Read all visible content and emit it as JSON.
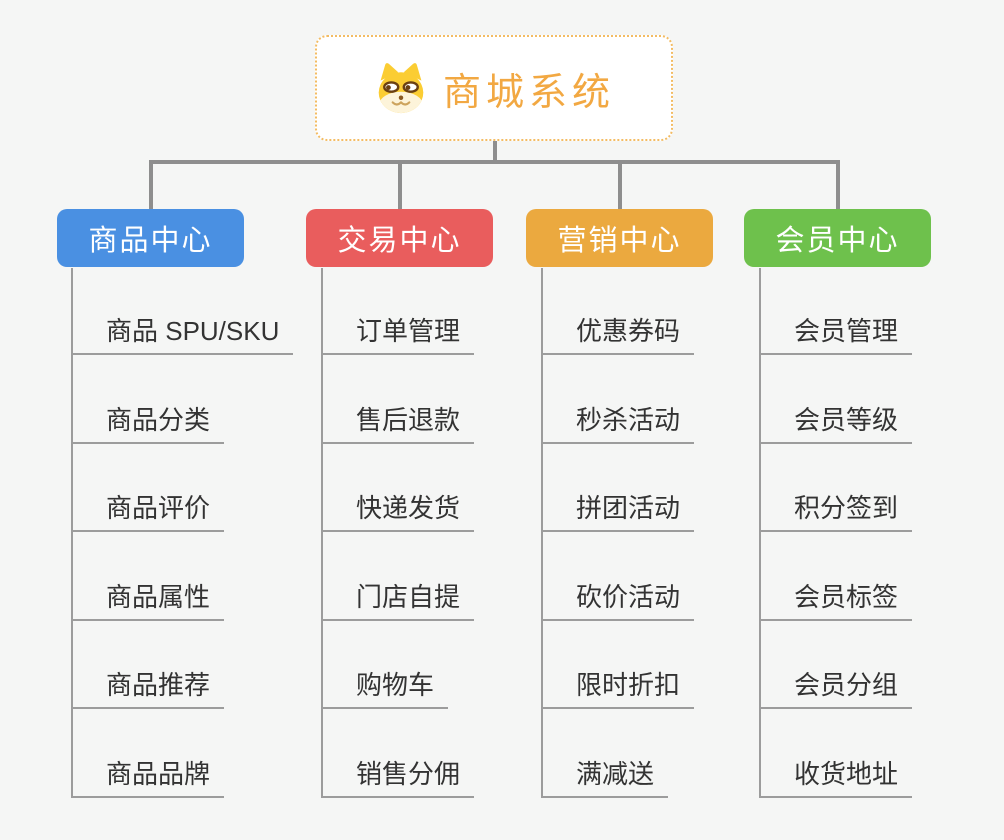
{
  "page": {
    "background": "#f5f6f5",
    "connector_color": "#8e8e8e"
  },
  "root": {
    "title": "商城系统",
    "icon": "shiba-dog-icon",
    "accent": "#f2a842",
    "border_color": "#f3bc63"
  },
  "branches": [
    {
      "label": "商品中心",
      "color": "#4a90e2",
      "children": [
        "商品 SPU/SKU",
        "商品分类",
        "商品评价",
        "商品属性",
        "商品推荐",
        "商品品牌"
      ]
    },
    {
      "label": "交易中心",
      "color": "#e95d5d",
      "children": [
        "订单管理",
        "售后退款",
        "快递发货",
        "门店自提",
        "购物车",
        "销售分佣"
      ]
    },
    {
      "label": "营销中心",
      "color": "#eba93f",
      "children": [
        "优惠券码",
        "秒杀活动",
        "拼团活动",
        "砍价活动",
        "限时折扣",
        "满减送"
      ]
    },
    {
      "label": "会员中心",
      "color": "#6ec14c",
      "children": [
        "会员管理",
        "会员等级",
        "积分签到",
        "会员标签",
        "会员分组",
        "收货地址"
      ]
    }
  ]
}
